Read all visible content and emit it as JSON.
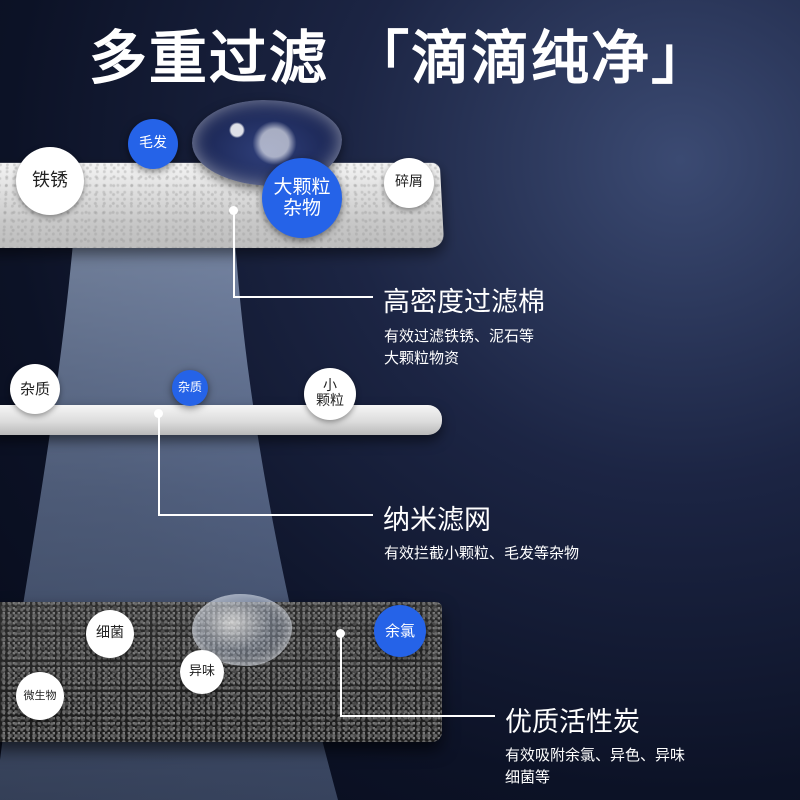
{
  "title": "多重过滤 「滴滴纯净」",
  "layers": [
    {
      "heading": "高密度过滤棉",
      "description": [
        "有效过滤铁锈、泥石等",
        "大颗粒物资"
      ],
      "bubbles": {
        "rust": "铁锈",
        "hair": "毛发",
        "large_particles_line1": "大颗粒",
        "large_particles_line2": "杂物",
        "debris": "碎屑"
      }
    },
    {
      "heading": "纳米滤网",
      "description": [
        "有效拦截小颗粒、毛发等杂物"
      ],
      "bubbles": {
        "impurity_left": "杂质",
        "impurity_blue": "杂质",
        "small_particles_line1": "小",
        "small_particles_line2": "颗粒"
      }
    },
    {
      "heading": "优质活性炭",
      "description": [
        "有效吸附余氯、异色、异味",
        "细菌等"
      ],
      "bubbles": {
        "bacteria": "细菌",
        "residual_chlorine": "余氯",
        "odor": "异味",
        "microbes": "微生物"
      }
    }
  ],
  "colors": {
    "accent_blue": "#2563e8",
    "background_dark": "#0c1226",
    "text": "#ffffff"
  }
}
